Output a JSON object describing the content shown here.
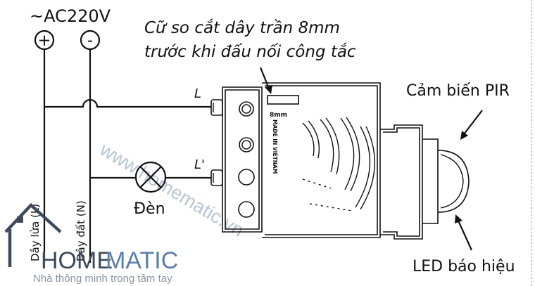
{
  "supply": {
    "label": "~AC220V",
    "plus_symbol": "+",
    "minus_symbol": "-"
  },
  "wires": {
    "live_label": "Dây lửa (L)",
    "neutral_label": "Dây đất (N)"
  },
  "lamp": {
    "label": "Đèn"
  },
  "terminals": {
    "l_label": "L",
    "l_prime_label": "L'"
  },
  "annotation": {
    "strip_line1": "Cữ so cắt dây trần 8mm",
    "strip_line2": "trước khi đấu nối công tắc",
    "sensor_label": "Cảm biến PIR",
    "led_label": "LED báo hiệu"
  },
  "device": {
    "gauge_text": "8mm",
    "made_in_text": "MADE IN VIETNAM"
  },
  "branding": {
    "logo_home": "HOME",
    "logo_matic": "MATIC",
    "tagline": "Nhà thông minh trong tầm tay",
    "watermark_url": "www.homematic.vn",
    "logo_color_dark": "#3d4a5c",
    "logo_color_accent": "#5b7fa6",
    "watermark_color": "#9fb2c6"
  }
}
